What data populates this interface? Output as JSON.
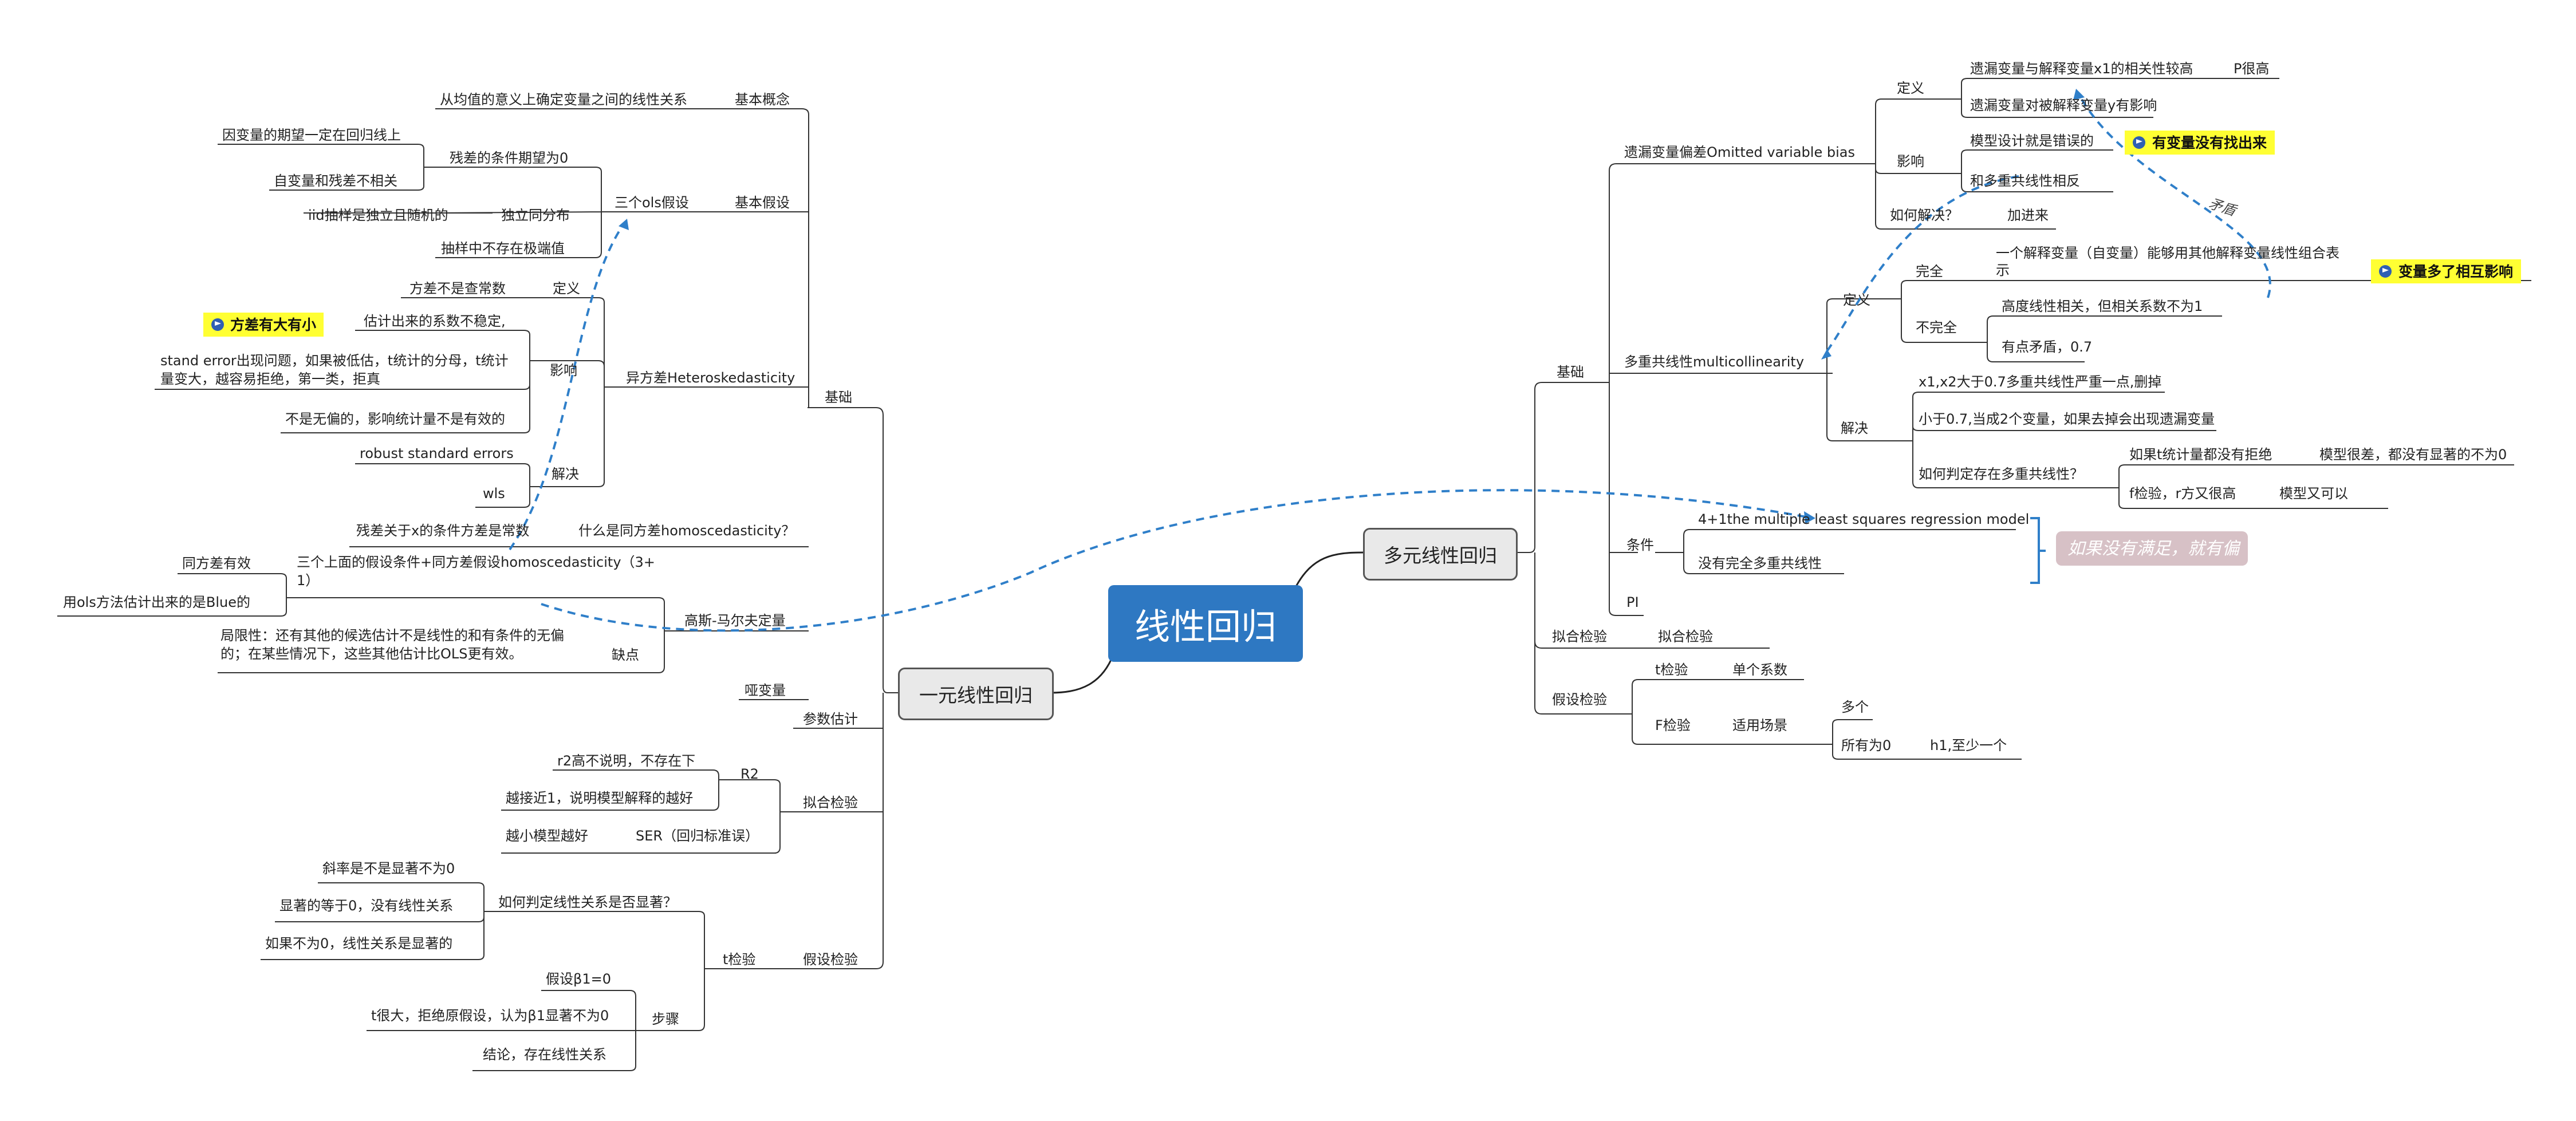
{
  "central": "线性回归",
  "left": {
    "title": "一元线性回归",
    "jichu": "基础",
    "jiben_gainian": "基本概念",
    "gainian_text": "从均值的意义上确定变量之间的线性关系",
    "jiben_jiashe": "基本假设",
    "san_ols": "三个ols假设",
    "canchat": "残差的条件期望为0",
    "yinbian": "因变量的期望一定在回归线上",
    "zibian": "自变量和残差不相关",
    "duli": "独立同分布",
    "iid": "iid抽样是独立且随机的",
    "jiduan": "抽样中不存在极端值",
    "yifangcha": "异方差Heteroskedasticity",
    "dingyi": "定义",
    "fangcha_bushi": "方差不是查常数",
    "yingxiang": "影响",
    "highlight": "方差有大有小",
    "gusuan": "估计出来的系数不稳定,",
    "stand_err": [
      "stand error出现问题，如果被低估，t统计的分母，t统计",
      "量变大，越容易拒绝，第一类，拒真"
    ],
    "bushi_wupian": "不是无偏的，影响统计量不是有效的",
    "jiejue": "解决",
    "robust": "robust standard errors",
    "wls": "wls",
    "tong_q": "什么是同方差homoscedasticity？",
    "tong_a": "残差关于x的条件方差是常数",
    "gm": "高斯-马尔夫定量",
    "gm_text": [
      "三个上面的假设条件+同方差假设homoscedasticity（3+",
      "1）"
    ],
    "tongfangcha_youxiao": "同方差有效",
    "blue": "用ols方法估计出来的是Blue的",
    "quedian": "缺点",
    "juxian": [
      "局限性：还有其他的候选估计不是线性的和有条件的无偏",
      "的；在某些情况下，这些其他估计比OLS更有效。"
    ],
    "yabian": "哑变量",
    "canshu": "参数估计",
    "nihe": "拟合检验",
    "r2": "R2",
    "r2_a": "r2高不说明，不存在下",
    "r2_b": "越接近1，说明模型解释的越好",
    "ser": "SER（回归标准误）",
    "ser_a": "越小模型越好",
    "jiashe": "假设检验",
    "tjy": "t检验",
    "ruhe": "如何判定线性关系是否显著？",
    "xielv": "斜率是不是显著不为0",
    "xianzhu0": "显著的等于0，没有线性关系",
    "bu0": "如果不为0，线性关系是显著的",
    "buzhou": "步骤",
    "jiashe_b": "假设β1=0",
    "tda": "t很大，拒绝原假设，认为β1显著不为0",
    "jielun": "结论，存在线性关系"
  },
  "right": {
    "title": "多元线性回归",
    "jichu": "基础",
    "ovb": "遗漏变量偏差Omitted variable bias",
    "ovb_dingyi": "定义",
    "ovb_d1": "遗漏变量与解释变量x1的相关性较高",
    "ovb_d1b": "P很高",
    "ovb_d2": "遗漏变量对被解释变量y有影响",
    "ovb_yingxiang": "影响",
    "ovb_y1": "模型设计就是错误的",
    "highlight1": "有变量没有找出来",
    "ovb_y2": "和多重共线性相反",
    "ovb_ruhe": "如何解决？",
    "ovb_jia": "加进来",
    "maodun": "矛盾",
    "multi": "多重共线性multicollinearity",
    "mc_dingyi": "定义",
    "wanquan": "完全",
    "wanquan_text": [
      "一个解释变量（自变量）能够用其他解释变量线性组合表",
      "示"
    ],
    "highlight2": "变量多了相互影响",
    "buwanquan": "不完全",
    "bw1": "高度线性相关，但相关系数不为1",
    "bw2": "有点矛盾，0.7",
    "mc_jiejue": "解决",
    "j1": "x1,x2大于0.7多重共线性严重一点,删掉",
    "j2": "小于0.7,当成2个变量，如果去掉会出现遗漏变量",
    "ruhe_pd": "如何判定存在多重共线性？",
    "pd1": "如果t统计量都没有拒绝",
    "pd1b": "模型很差，都没有显著的不为0",
    "pd2": "f检验，r方又很高",
    "pd2b": "模型又可以",
    "tiaojian": "条件",
    "tj1": "4+1the multiple least squares regression model",
    "tj2": "没有完全多重共线性",
    "note": "如果没有满足，就有偏",
    "pi": "PI",
    "nihe": "拟合检验",
    "nihe2": "拟合检验",
    "jiashe": "假设检验",
    "tjy": "t检验",
    "tjy_a": "单个系数",
    "fjy": "F检验",
    "fjy_a": "适用场景",
    "duo": "多个",
    "suoyou": "所有为0",
    "h1": "h1,至少一个"
  },
  "colors": {
    "central": "#2e78c2",
    "highlight": "#ffff33",
    "dash": "#2f7fc9",
    "note": "#d7c1c6"
  }
}
